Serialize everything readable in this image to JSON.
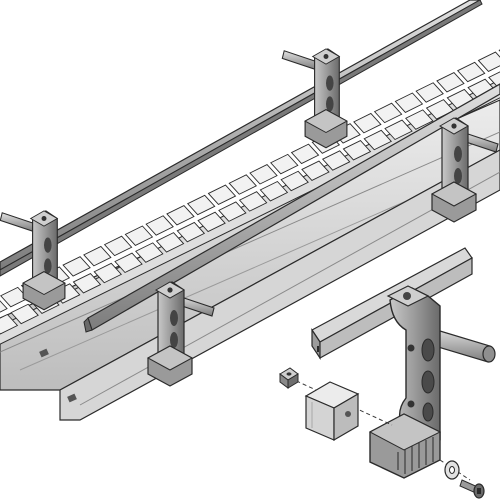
{
  "figure": {
    "palette": {
      "outline": "#2b2b2b",
      "rail_dark": "#6f6f6f",
      "rail_light": "#cfcfcf",
      "slat_fill": "#f2f2f2",
      "frame_fill": "#e6e6e6",
      "frame_shadow": "#bdbdbd",
      "bracket_fill": "#9a9a9a",
      "bracket_dark": "#5e5e5e",
      "block_fill": "#dcdcdc",
      "hardware": "#7a7a7a"
    },
    "components": [
      {
        "name": "guide-rail-upper",
        "icon": "rail-icon"
      },
      {
        "name": "guide-rail-lower",
        "icon": "rail-icon"
      },
      {
        "name": "slat-conveyor-chain",
        "icon": "conveyor-icon"
      },
      {
        "name": "support-bracket",
        "icon": "bracket-icon"
      },
      {
        "name": "clamp-block",
        "icon": "cube-icon"
      },
      {
        "name": "square-nut",
        "icon": "nut-icon"
      },
      {
        "name": "washer",
        "icon": "washer-icon"
      },
      {
        "name": "screw",
        "icon": "screw-icon"
      }
    ]
  }
}
